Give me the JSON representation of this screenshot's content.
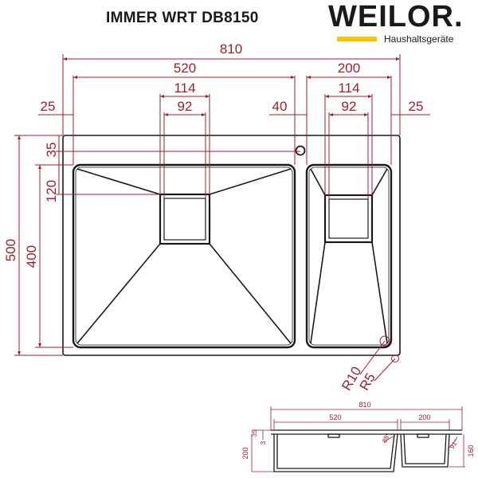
{
  "header": {
    "model": "IMMER WRT DB8150",
    "brand": "WEILOR.",
    "tagline": "Haushaltsgeräte"
  },
  "colors": {
    "dimension": "#9b1f2e",
    "outline": "#1a1a1a",
    "accent": "#f7c600"
  },
  "top_view": {
    "overall_width": "810",
    "left_bowl_width": "520",
    "right_bowl_width": "200",
    "drain_outer_left": "114",
    "drain_inner_left": "92",
    "drain_outer_right": "114",
    "drain_inner_right": "92",
    "left_margin": "25",
    "gap": "40",
    "right_margin": "25",
    "top_edge": "35",
    "drain_depth": "120",
    "overall_height": "500",
    "bowl_height": "400",
    "radius_large": "R10",
    "radius_small": "R5"
  },
  "section_view": {
    "overall_width": "810",
    "left_width": "520",
    "right_width": "200",
    "flange_1": "35",
    "flange_2": "3",
    "depth_left": "200",
    "depth_right": "160",
    "angle_left": "88°",
    "angle_right": "91°"
  }
}
